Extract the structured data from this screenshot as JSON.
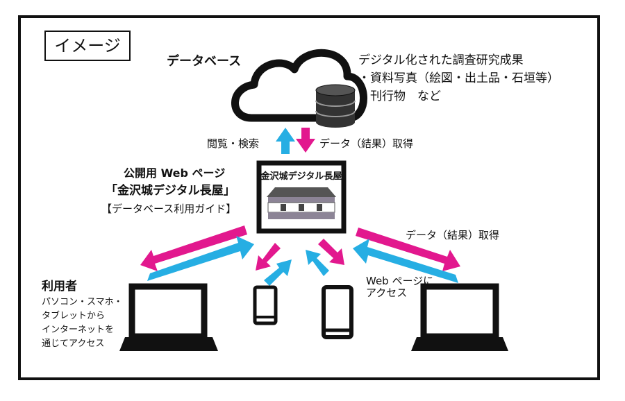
{
  "image_tag": "イメージ",
  "database": {
    "label": "データベース",
    "desc_title": "デジタル化された調査研究成果",
    "items": [
      "・資料写真（絵図・出土品・石垣等）",
      "・刊行物　など"
    ]
  },
  "arrows": {
    "up_label": "閲覧・検索",
    "down_label": "データ（結果）取得",
    "right_label": "データ（結果）取得",
    "access_line1": "Web ページに",
    "access_line2": "アクセス"
  },
  "webpage": {
    "line1": "公開用 Web ページ",
    "line2": "「金沢城デジタル長屋」",
    "line3": "【データベース利用ガイド】",
    "thumb_title": "金沢城デジタル長屋"
  },
  "users": {
    "title": "利用者",
    "lines": [
      "パソコン・スマホ・",
      "タブレットから",
      "インターネットを",
      "通じてアクセス"
    ]
  },
  "colors": {
    "cyan": "#26aee3",
    "magenta": "#e2188e",
    "dark": "#111111",
    "storehouse": "#8c8496"
  }
}
